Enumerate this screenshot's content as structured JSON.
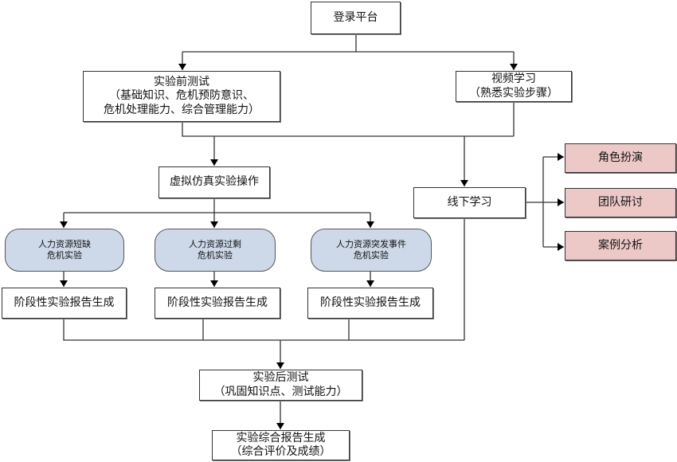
{
  "diagram": {
    "title": "虚拟仿真实验教学流程",
    "nodes": {
      "login": {
        "lines": [
          "登录平台"
        ]
      },
      "pretest": {
        "lines": [
          "实验前测试",
          "（基础知识、危机预防意识、",
          "危机处理能力、综合管理能力）"
        ]
      },
      "video": {
        "lines": [
          "视频学习",
          "（熟悉实验步骤）"
        ]
      },
      "virtual": {
        "lines": [
          "虚拟仿真实验操作"
        ]
      },
      "offline": {
        "lines": [
          "线下学习"
        ]
      },
      "roleplay": {
        "lines": [
          "角色扮演"
        ]
      },
      "team": {
        "lines": [
          "团队研讨"
        ]
      },
      "case": {
        "lines": [
          "案例分析"
        ]
      },
      "exp1": {
        "lines": [
          "人力资源短缺",
          "危机实验"
        ]
      },
      "exp2": {
        "lines": [
          "人力资源过剩",
          "危机实验"
        ]
      },
      "exp3": {
        "lines": [
          "人力资源突发事件",
          "危机实验"
        ]
      },
      "report1": {
        "lines": [
          "阶段性实验报告生成"
        ]
      },
      "report2": {
        "lines": [
          "阶段性实验报告生成"
        ]
      },
      "report3": {
        "lines": [
          "阶段性实验报告生成"
        ]
      },
      "posttest": {
        "lines": [
          "实验后测试",
          "（巩固知识点、测试能力）"
        ]
      },
      "final": {
        "lines": [
          "实验综合报告生成",
          "（综合评价及成绩）"
        ]
      }
    },
    "edges": [
      [
        "login",
        "pretest"
      ],
      [
        "login",
        "video"
      ],
      [
        "pretest",
        "virtual"
      ],
      [
        "video",
        "virtual"
      ],
      [
        "pretest",
        "offline"
      ],
      [
        "video",
        "offline"
      ],
      [
        "offline",
        "roleplay"
      ],
      [
        "offline",
        "team"
      ],
      [
        "offline",
        "case"
      ],
      [
        "virtual",
        "exp1"
      ],
      [
        "virtual",
        "exp2"
      ],
      [
        "virtual",
        "exp3"
      ],
      [
        "exp1",
        "report1"
      ],
      [
        "exp2",
        "report2"
      ],
      [
        "exp3",
        "report3"
      ],
      [
        "report1",
        "posttest"
      ],
      [
        "report2",
        "posttest"
      ],
      [
        "report3",
        "posttest"
      ],
      [
        "offline",
        "posttest"
      ],
      [
        "posttest",
        "final"
      ]
    ],
    "colors": {
      "highlight_fill": "#ecc9c7",
      "experiment_fill": "#cdd9e8",
      "line": "#333333"
    }
  }
}
